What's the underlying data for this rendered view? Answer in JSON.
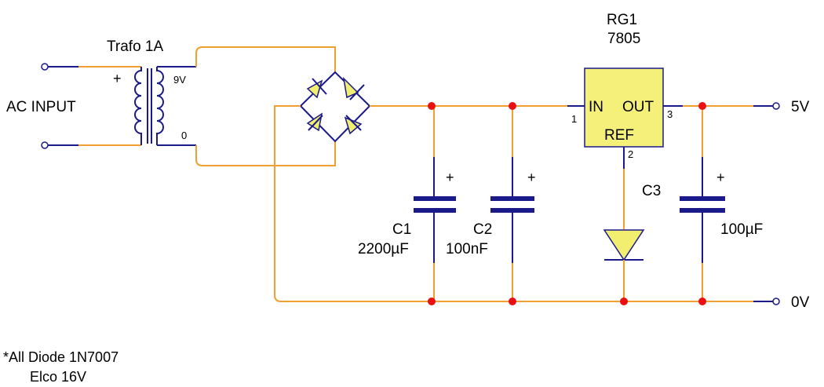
{
  "labels": {
    "trafo": "Trafo 1A",
    "ac_input": "AC INPUT",
    "winding_plus": "+",
    "secondary_top": "9V",
    "secondary_bottom": "0",
    "regulator_name": "RG1",
    "regulator_part": "7805",
    "pin_in": "IN",
    "pin_out": "OUT",
    "pin_ref": "REF",
    "pin1": "1",
    "pin2": "2",
    "pin3": "3",
    "c1_name": "C1",
    "c1_value": "2200µF",
    "c2_name": "C2",
    "c2_value": "100nF",
    "c3_name": "C3",
    "c3_value": "100µF",
    "cap_plus": "+",
    "out_5v": "5V",
    "out_0v": "0V",
    "note_line1": "*All Diode 1N7007",
    "note_line2": "Elco 16V"
  },
  "colors": {
    "wire": "#f0a030",
    "component": "#1a1a8a",
    "junction": "#e81010",
    "diode_fill": "#f2ee70",
    "regulator_fill": "#f5f07a"
  }
}
